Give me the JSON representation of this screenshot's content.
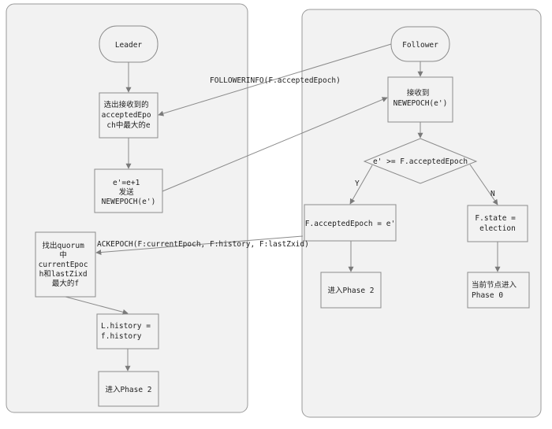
{
  "nodes": {
    "leader": "Leader",
    "leader_select": [
      "选出接收到的",
      "acceptedEpo",
      "ch中最大的e"
    ],
    "leader_new_epoch": [
      "e'=e+1",
      "发送",
      "NEWEPOCH(e')"
    ],
    "leader_find_quorum": [
      "找出quorum",
      "中",
      "currentEpoc",
      "h和lastZixd",
      "最大的f"
    ],
    "leader_history": [
      "L.history =",
      "f.history"
    ],
    "leader_phase2": "进入Phase 2",
    "follower": "Follower",
    "follower_receive": [
      "接收到",
      "NEWEPOCH(e')"
    ],
    "follower_decision": "e' >= F.acceptedEpoch",
    "follower_accept": "F.acceptedEpoch = e'",
    "follower_phase2": "进入Phase 2",
    "follower_election": [
      "F.state =",
      "election"
    ],
    "follower_phase0": [
      "当前节点进入",
      "Phase 0"
    ]
  },
  "edges": {
    "followerinfo": "FOLLOWERINFO(F.acceptedEpoch)",
    "ackepoch": "ACKEPOCH(F:currentEpoch, F:history, F:lastZxid)",
    "yes": "Y",
    "no": "N"
  }
}
